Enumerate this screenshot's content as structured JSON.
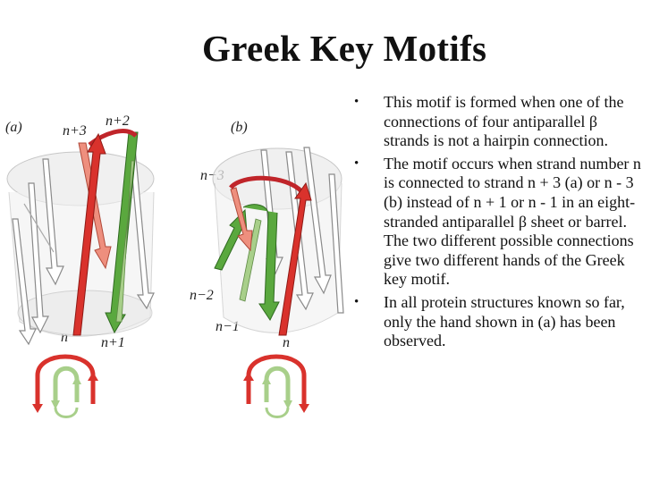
{
  "slide": {
    "title": "Greek Key Motifs",
    "bullets": [
      "This motif is formed when one of the connections of four antiparallel β strands is not a hairpin connection.",
      "The motif occurs when strand number n is connected to strand n + 3 (a) or n - 3 (b) instead of n + 1 or n - 1 in an eight-stranded antiparallel β sheet or barrel. The two different possible connections give two different hands of the Greek key motif.",
      "In all protein structures known so far, only the hand shown in (a) has been observed."
    ],
    "bullet_glyph": "•"
  },
  "figure": {
    "panel_a": {
      "label": "(a)",
      "strand_labels": {
        "n3": "n+3",
        "n2": "n+2",
        "n": "n",
        "n1": "n+1"
      }
    },
    "panel_b": {
      "label": "(b)",
      "strand_labels": {
        "nm3": "n−3",
        "nm2": "n−2",
        "nm1": "n−1",
        "n": "n"
      }
    },
    "colors": {
      "red": "#d9322c",
      "light_red": "#ee8f7e",
      "green": "#5aa83e",
      "light_green": "#a8cf8a",
      "barrel_fill": "#ebebeb",
      "outline": "#8a8a8a"
    }
  }
}
